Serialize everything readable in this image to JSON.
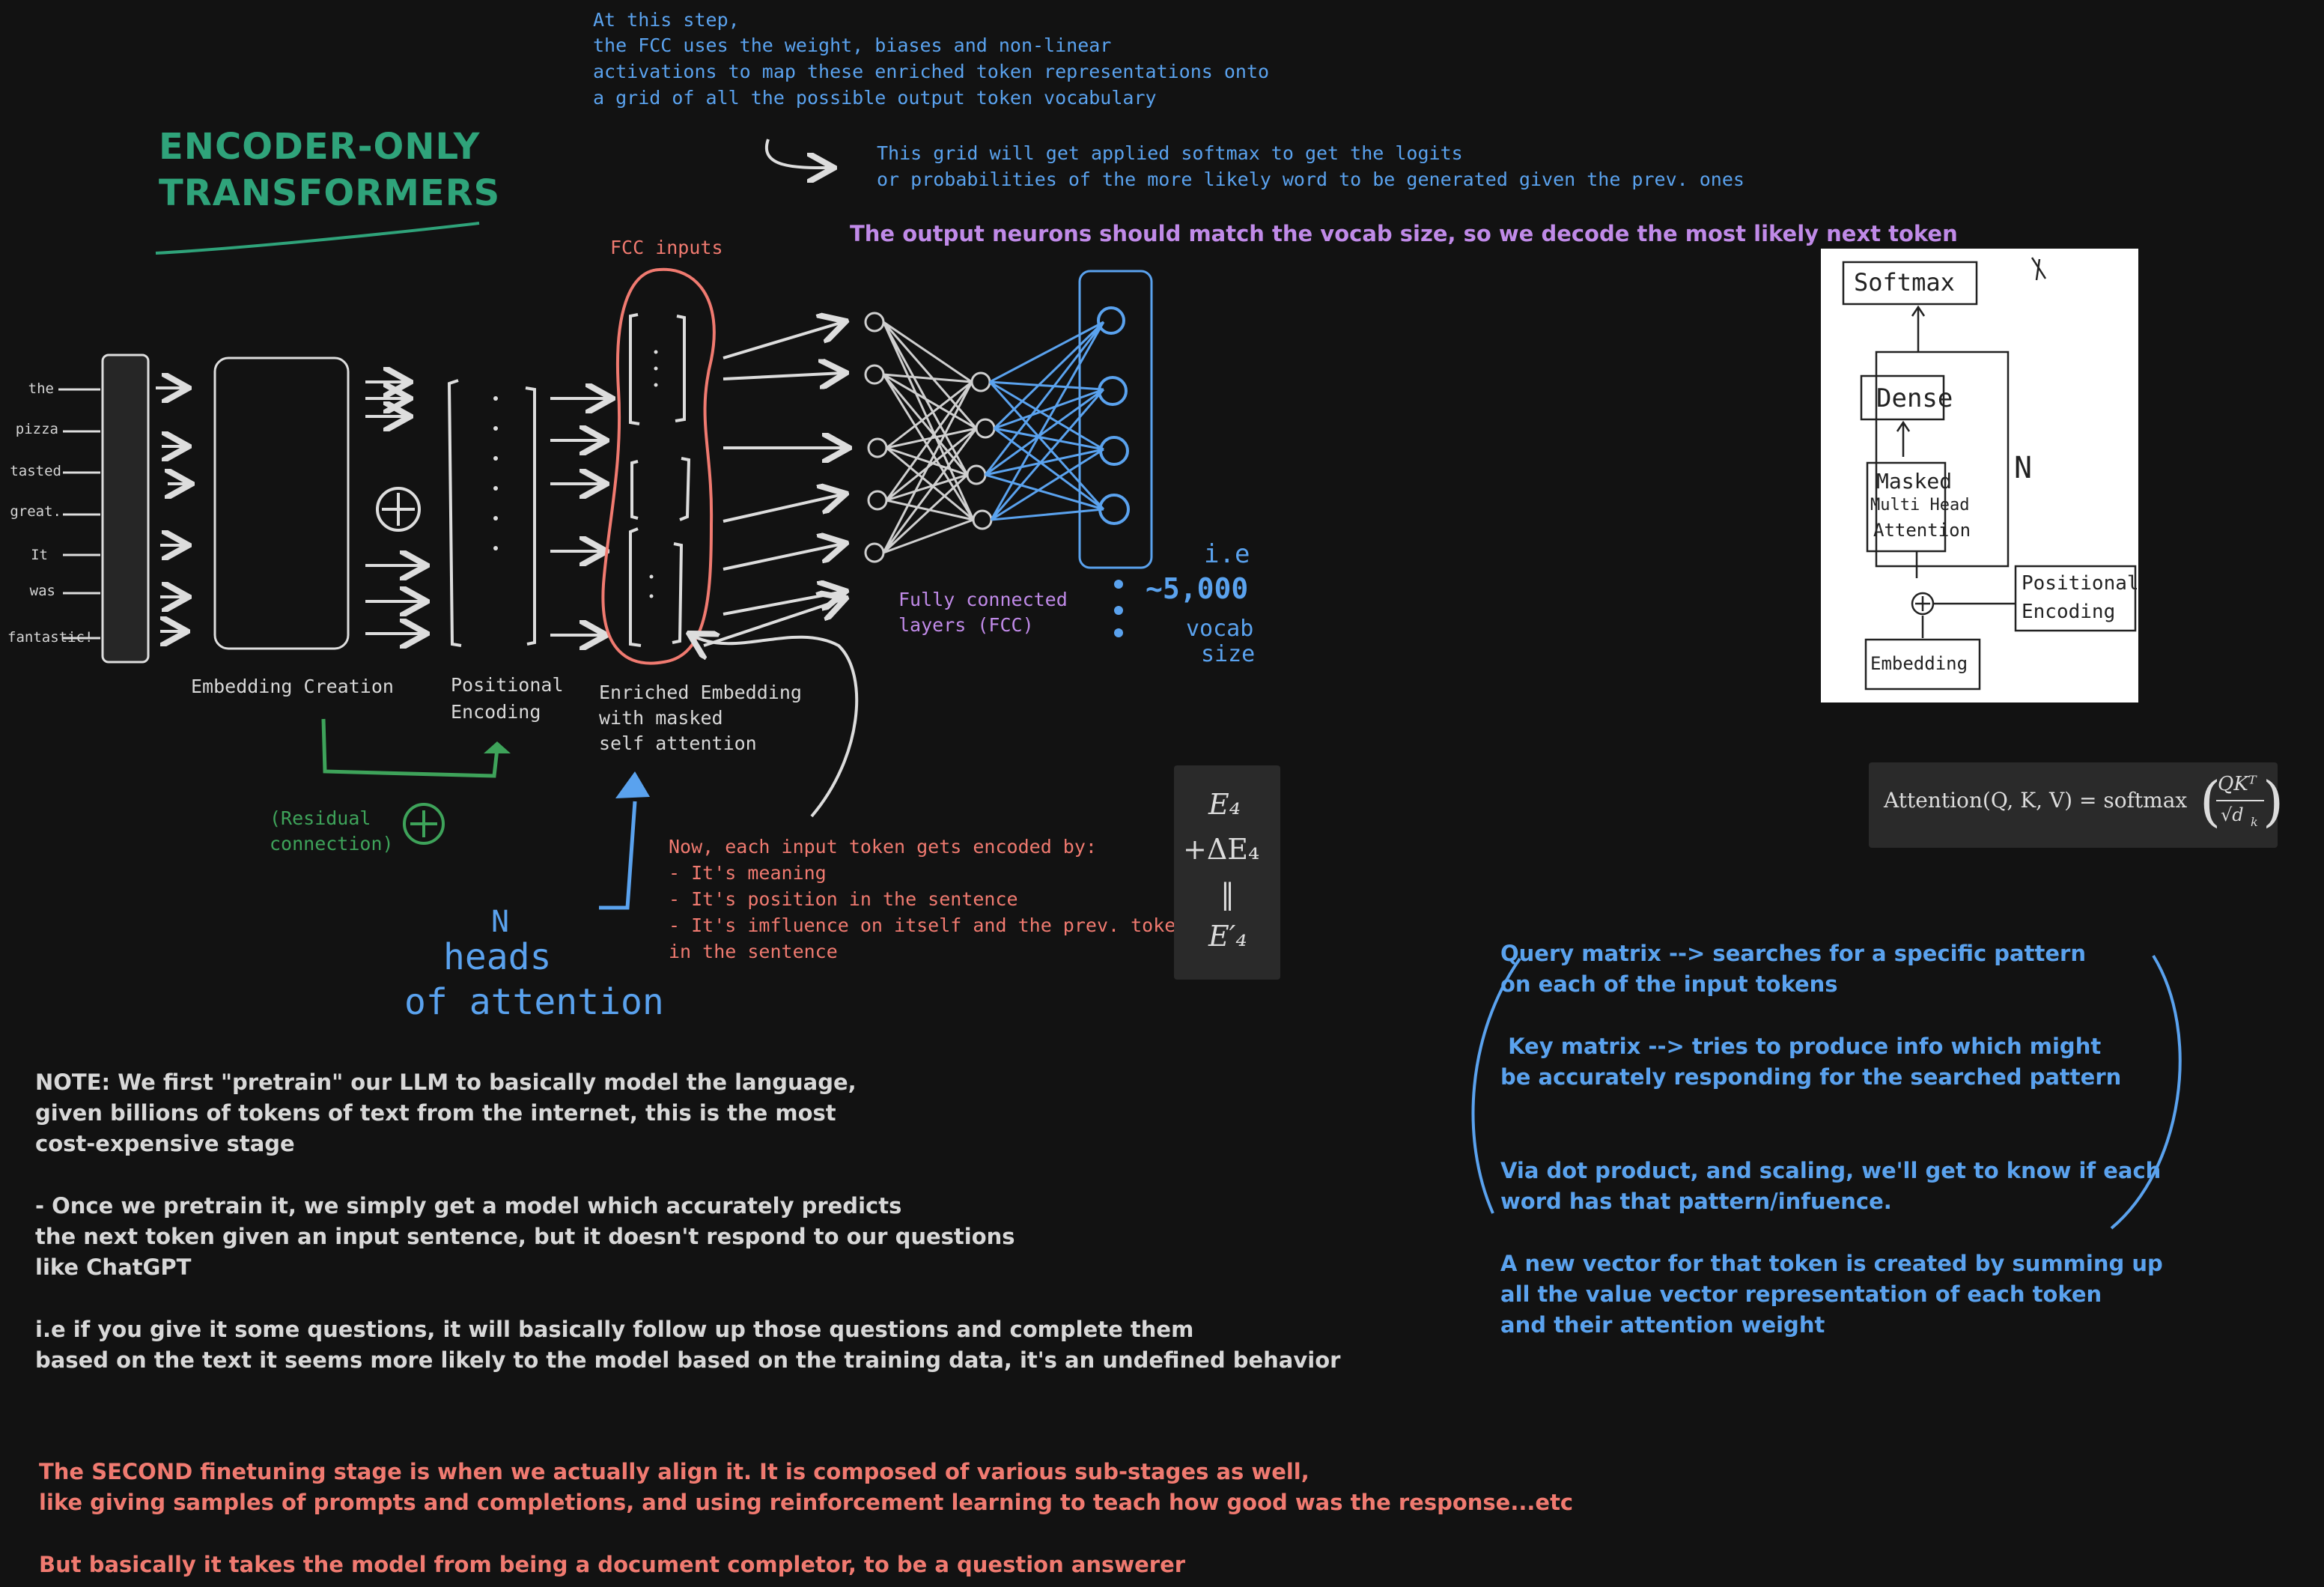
{
  "title": {
    "line1": "ENCODER-ONLY",
    "line2": "TRANSFORMERS"
  },
  "top_note": {
    "lines": [
      "At this step,",
      "the FCC uses the weight, biases and non-linear",
      "activations to map these enriched token representations onto",
      "a grid of all the possible output token vocabulary"
    ]
  },
  "softmax_note": {
    "lines": [
      "This grid will get applied softmax to get the logits",
      "or probabilities of the more likely word to be generated given the prev. ones"
    ]
  },
  "output_neurons_note": "The output neurons should match the vocab size, so we decode the most likely next token",
  "tokens": [
    "the",
    "pizza",
    "tasted",
    "great.",
    "It",
    "was",
    "fantastic!"
  ],
  "labels": {
    "embedding_creation": "Embedding Creation",
    "positional_encoding": {
      "line1": "Positional",
      "line2": "Encoding"
    },
    "enriched_embedding": {
      "line1": "Enriched Embedding",
      "line2": "with masked",
      "line3": "self attention"
    },
    "fcc_inputs": "FCC inputs",
    "fcc": {
      "line1": "Fully connected",
      "line2": "layers (FCC)"
    },
    "residual": {
      "line1": "(Residual",
      "line2": "connection)"
    },
    "vocab": {
      "line1": "i.e",
      "line2": "~5,000",
      "line3": "vocab",
      "line4": "size"
    },
    "heads": {
      "line1": "N",
      "line2": "heads",
      "line3": "of attention"
    }
  },
  "encoding_note": {
    "lines": [
      "Now, each input token gets encoded by:",
      "- It's meaning",
      "- It's position in the sentence",
      "- It's imfluence on itself and the prev. tokens",
      "in the sentence"
    ]
  },
  "equation_box": {
    "e4": "E₄",
    "plus": "+ΔE₄",
    "eq": "‖",
    "e4p": "E′₄"
  },
  "arch_diagram": {
    "softmax": "Softmax",
    "dense": "Dense",
    "masked": {
      "line1": "Masked",
      "line2": "Multi Head",
      "line3": "Attention"
    },
    "n": "N",
    "positional": {
      "line1": "Positional",
      "line2": "Encoding"
    },
    "embedding": "Embedding"
  },
  "attention_formula": {
    "lhs": "Attention(Q, K, V) = softmax",
    "num": "QKᵀ",
    "den": "√d",
    "den_sub": "k"
  },
  "qkv_notes": {
    "query": [
      "Query matrix --> searches for a specific pattern",
      "on each of the input tokens"
    ],
    "key": [
      " Key matrix --> tries to produce info which might",
      "be accurately responding for the searched pattern"
    ],
    "dot": [
      "Via dot product, and scaling, we'll get to know if each",
      "word has that pattern/infuence."
    ],
    "newvec": [
      "A new vector for that token is created by summing up",
      "all the value vector representation of each token",
      "and their attention weight"
    ]
  },
  "pretrain_note": {
    "p1": [
      "NOTE: We first \"pretrain\" our LLM to basically model the language,",
      "given billions of tokens of text from the internet, this is the most",
      "cost-expensive stage"
    ],
    "p2": [
      "- Once we pretrain it, we simply get a model which accurately predicts",
      "the next token given an input sentence, but it doesn't respond to our questions",
      "like ChatGPT"
    ],
    "p3": [
      "i.e if you give it some questions, it will basically follow up those questions and complete them",
      "based on the text it seems more likely to the model based on the training data, it's an undefined behavior"
    ]
  },
  "finetune_note": {
    "p1": [
      "The SECOND finetuning stage is when we actually align it. It is composed of various sub-stages as well,",
      "like giving samples of prompts and completions, and using reinforcement learning to teach how good was the response...etc"
    ],
    "p2": [
      "But basically it takes the model from being a document completor, to be a question answerer"
    ]
  },
  "colors": {
    "background": "#121212",
    "title": "#2fa37a",
    "blue": "#5aa2ee",
    "violet": "#c08ae8",
    "pink": "#f07a70",
    "green": "#3ea35a"
  }
}
